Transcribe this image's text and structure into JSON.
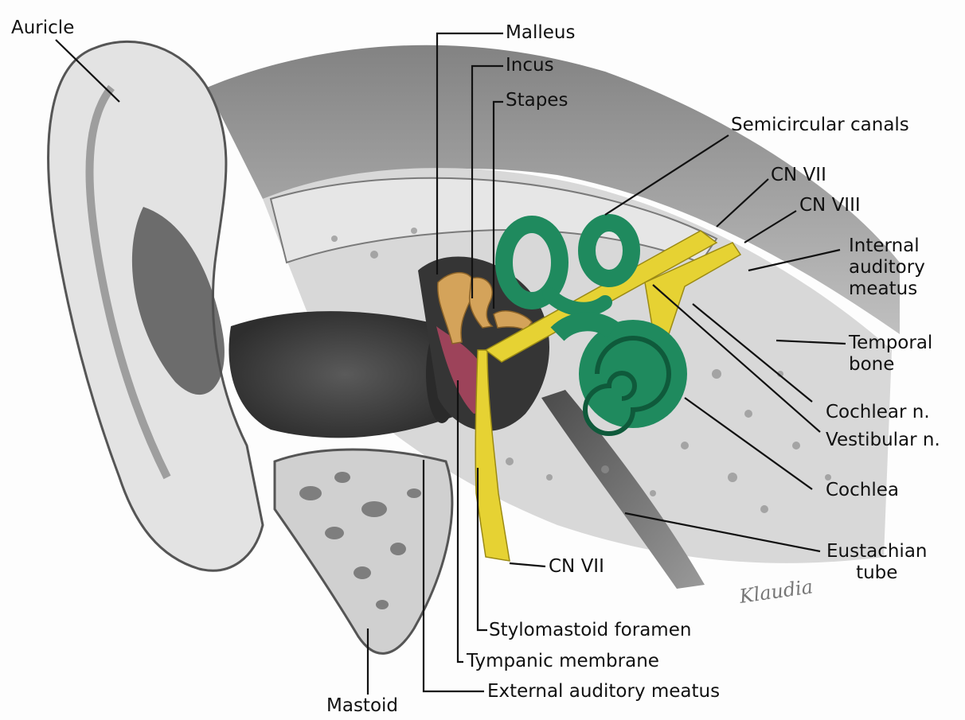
{
  "labels": {
    "auricle": "Auricle",
    "malleus": "Malleus",
    "incus": "Incus",
    "stapes": "Stapes",
    "semicircular_canals": "Semicircular canals",
    "cn_vii_top": "CN VII",
    "cn_viii": "CN VIII",
    "internal_auditory_meatus": [
      "Internal",
      "auditory",
      "meatus"
    ],
    "temporal_bone": [
      "Temporal",
      "bone"
    ],
    "cochlear_n": "Cochlear n.",
    "vestibular_n": "Vestibular n.",
    "cochlea": "Cochlea",
    "eustachian_tube": [
      "Eustachian",
      "tube"
    ],
    "cn_vii_bottom": "CN VII",
    "stylomastoid_foramen": "Stylomastoid foramen",
    "tympanic_membrane": "Tympanic membrane",
    "external_auditory_meatus": "External auditory meatus",
    "mastoid": "Mastoid"
  },
  "signature": "Klaudia",
  "colors": {
    "labyrinth": "#1f8a5e",
    "nerves": "#e6d233",
    "ossicles": "#d4a35a",
    "membrane": "#a8455e",
    "pencil_dark": "#3a3a3a",
    "pencil_mid": "#8a8a8a",
    "pencil_light": "#c9c9c9"
  }
}
